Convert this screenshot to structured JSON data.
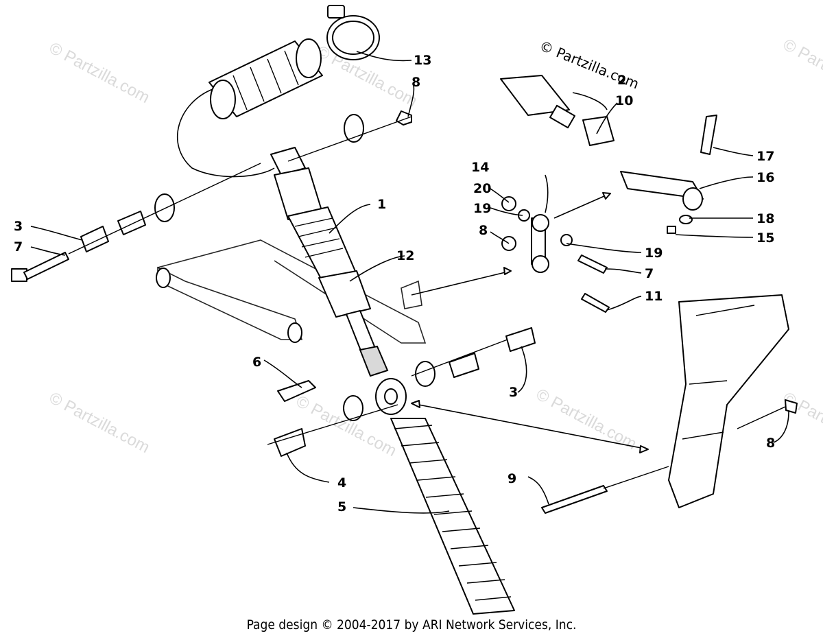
{
  "diagram": {
    "copyright_mark": "© Partzilla.com",
    "watermark_text": "© Partzilla.com",
    "footer_text": "Page design © 2004-2017 by ARI Network Services, Inc.",
    "callouts": {
      "c1": "1",
      "c2": "2",
      "c3a": "3",
      "c3b": "3",
      "c4": "4",
      "c5": "5",
      "c6": "6",
      "c7a": "7",
      "c7b": "7",
      "c8a": "8",
      "c8b": "8",
      "c8c": "8",
      "c9": "9",
      "c10": "10",
      "c11": "11",
      "c12": "12",
      "c13": "13",
      "c14": "14",
      "c15": "15",
      "c16": "16",
      "c17": "17",
      "c18": "18",
      "c19a": "19",
      "c19b": "19",
      "c20": "20"
    }
  }
}
